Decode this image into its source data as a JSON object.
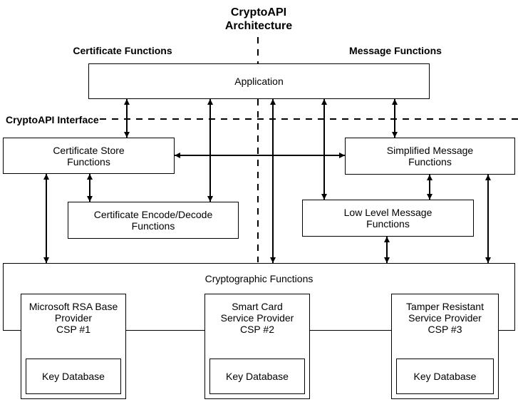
{
  "diagram": {
    "title": "CryptoAPI\nArchitecture",
    "section_labels": {
      "left": "Certificate Functions",
      "right": "Message Functions",
      "interface": "CryptoAPI Interface"
    },
    "nodes": {
      "application": "Application",
      "certificate_store": "Certificate Store\nFunctions",
      "simplified_message": "Simplified Message\nFunctions",
      "certificate_encode_decode": "Certificate Encode/Decode\nFunctions",
      "low_level_message": "Low Level Message\nFunctions",
      "cryptographic_functions": "Cryptographic Functions",
      "csp1": "Microsoft RSA Base\nProvider\nCSP #1",
      "csp2": "Smart Card\nService Provider\nCSP #2",
      "csp3": "Tamper Resistant\nService Provider\nCSP #3",
      "key_database_1": "Key Database",
      "key_database_2": "Key Database",
      "key_database_3": "Key Database"
    },
    "edges": [
      {
        "from": "application",
        "to": "certificate_store",
        "bidirectional": true
      },
      {
        "from": "application",
        "to": "certificate_encode_decode",
        "bidirectional": true
      },
      {
        "from": "application",
        "to": "cryptographic_functions",
        "bidirectional": true
      },
      {
        "from": "application",
        "to": "low_level_message",
        "bidirectional": true
      },
      {
        "from": "application",
        "to": "simplified_message",
        "bidirectional": true
      },
      {
        "from": "certificate_store",
        "to": "simplified_message",
        "bidirectional": true
      },
      {
        "from": "certificate_store",
        "to": "cryptographic_functions",
        "bidirectional": true
      },
      {
        "from": "certificate_store",
        "to": "certificate_encode_decode",
        "bidirectional": true
      },
      {
        "from": "simplified_message",
        "to": "low_level_message",
        "bidirectional": true
      },
      {
        "from": "simplified_message",
        "to": "cryptographic_functions",
        "bidirectional": true
      },
      {
        "from": "low_level_message",
        "to": "cryptographic_functions",
        "bidirectional": true
      }
    ],
    "colors": {
      "line": "#000000",
      "background": "#ffffff",
      "text": "#000000"
    }
  }
}
